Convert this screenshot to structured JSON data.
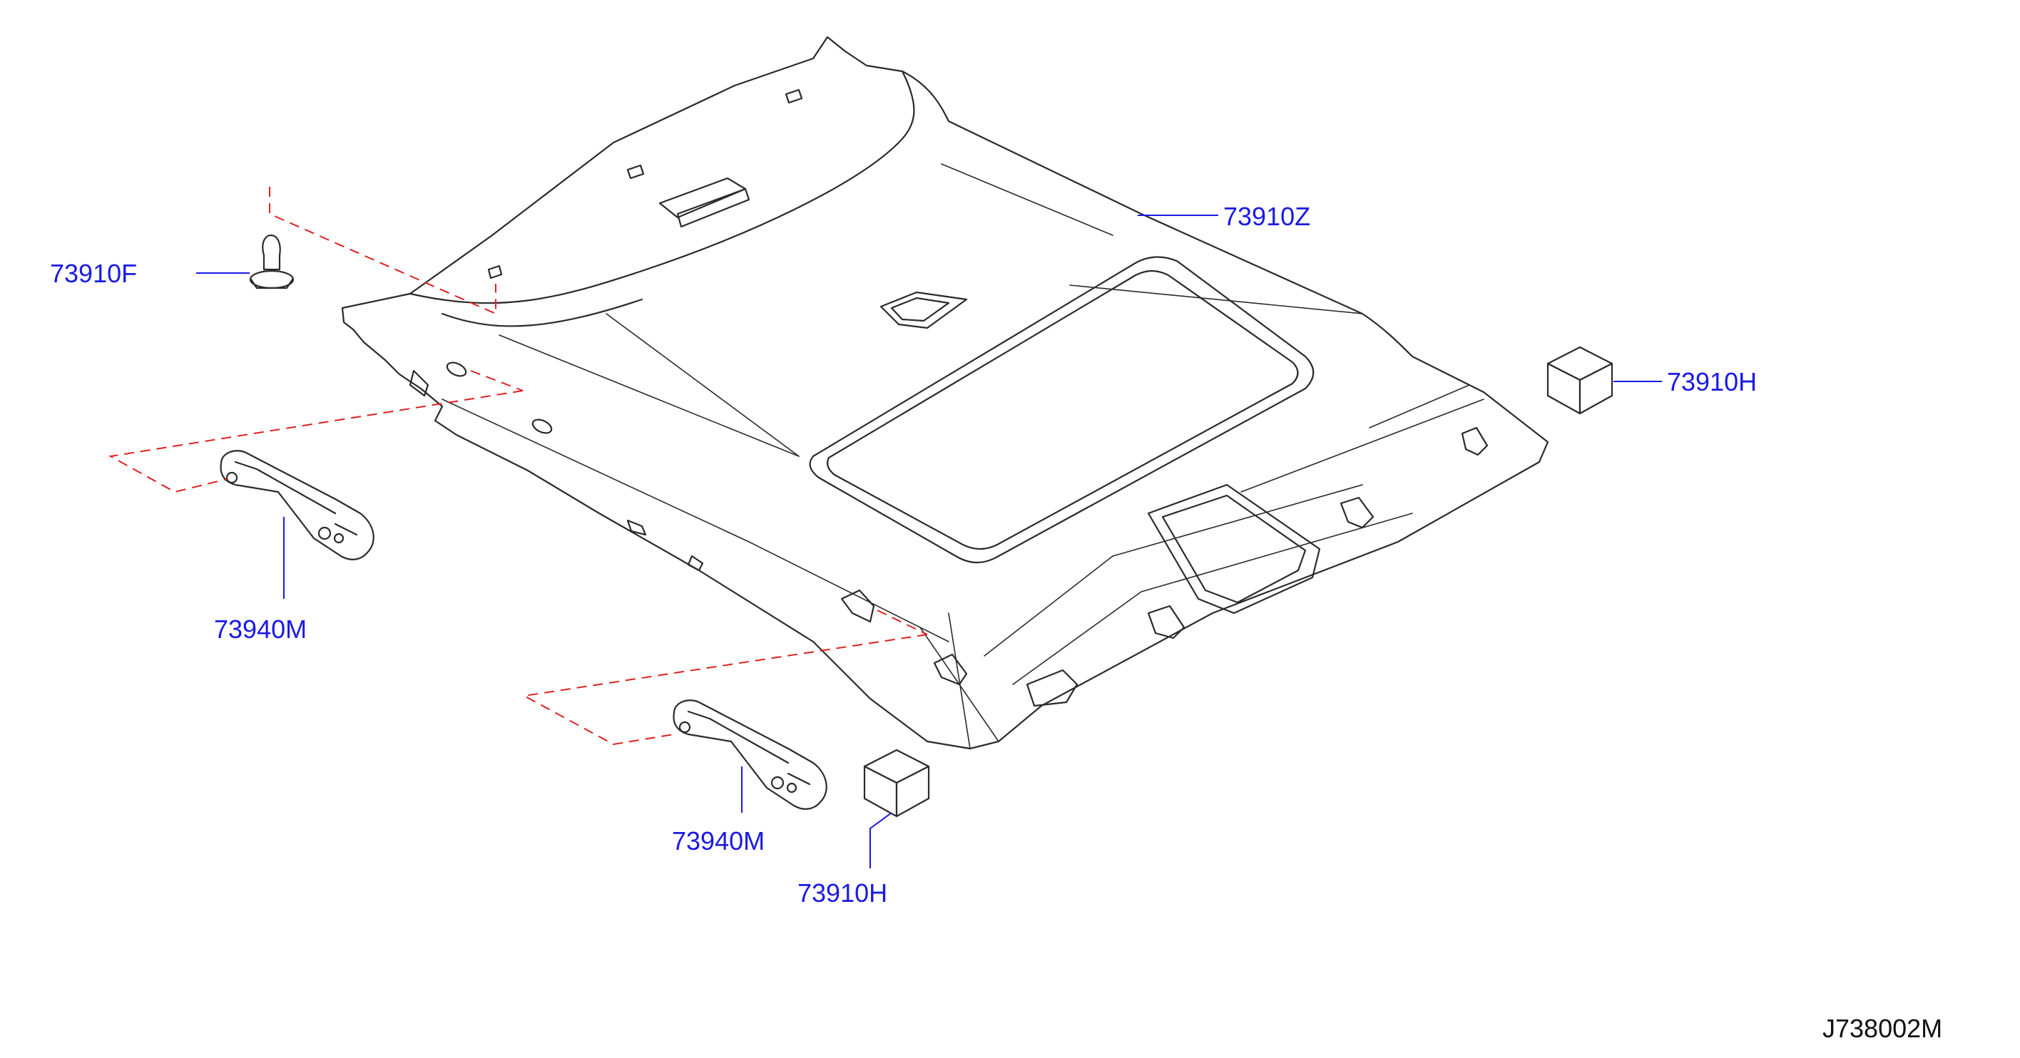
{
  "diagram": {
    "labels": {
      "headlining": "73910Z",
      "clip": "73910F",
      "grip_upper": "73940M",
      "grip_lower": "73940M",
      "pad_right": "73910H",
      "pad_lower": "73910H"
    },
    "diagram_id": "J738002M"
  },
  "colors": {
    "label_text": "#1a1ae6",
    "leader_line": "#1a1ae6",
    "guide_dash": "#e02020",
    "outline": "#2a2a2a"
  }
}
